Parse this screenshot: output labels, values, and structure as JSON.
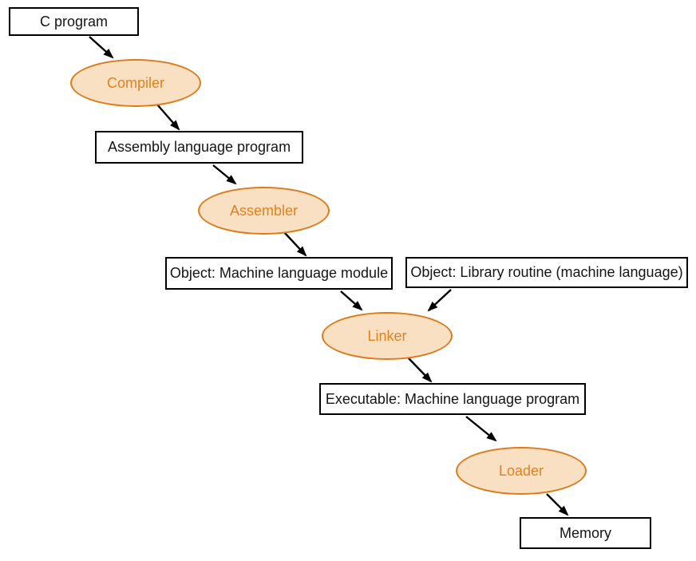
{
  "diagram": {
    "description": "C program translation hierarchy flow diagram",
    "nodes": {
      "c_program": {
        "label": "C program",
        "type": "box"
      },
      "compiler": {
        "label": "Compiler",
        "type": "ellipse"
      },
      "assembly": {
        "label": "Assembly language program",
        "type": "box"
      },
      "assembler": {
        "label": "Assembler",
        "type": "ellipse"
      },
      "object_module": {
        "label": "Object: Machine language module",
        "type": "box"
      },
      "library": {
        "label": "Object: Library routine (machine language)",
        "type": "box"
      },
      "linker": {
        "label": "Linker",
        "type": "ellipse"
      },
      "executable": {
        "label": "Executable: Machine language program",
        "type": "box"
      },
      "loader": {
        "label": "Loader",
        "type": "ellipse"
      },
      "memory": {
        "label": "Memory",
        "type": "box"
      }
    },
    "edges": [
      {
        "from": "c_program",
        "to": "compiler"
      },
      {
        "from": "compiler",
        "to": "assembly"
      },
      {
        "from": "assembly",
        "to": "assembler"
      },
      {
        "from": "assembler",
        "to": "object_module"
      },
      {
        "from": "object_module",
        "to": "linker"
      },
      {
        "from": "library",
        "to": "linker"
      },
      {
        "from": "linker",
        "to": "executable"
      },
      {
        "from": "executable",
        "to": "loader"
      },
      {
        "from": "loader",
        "to": "memory"
      }
    ],
    "colors": {
      "background": "#FFFFFF",
      "box_border": "#000000",
      "box_text": "#141414",
      "ellipse_fill": "#F9E0C2",
      "ellipse_border": "#DD7B1B",
      "ellipse_text": "#E2811E",
      "arrow": "#000000"
    }
  }
}
